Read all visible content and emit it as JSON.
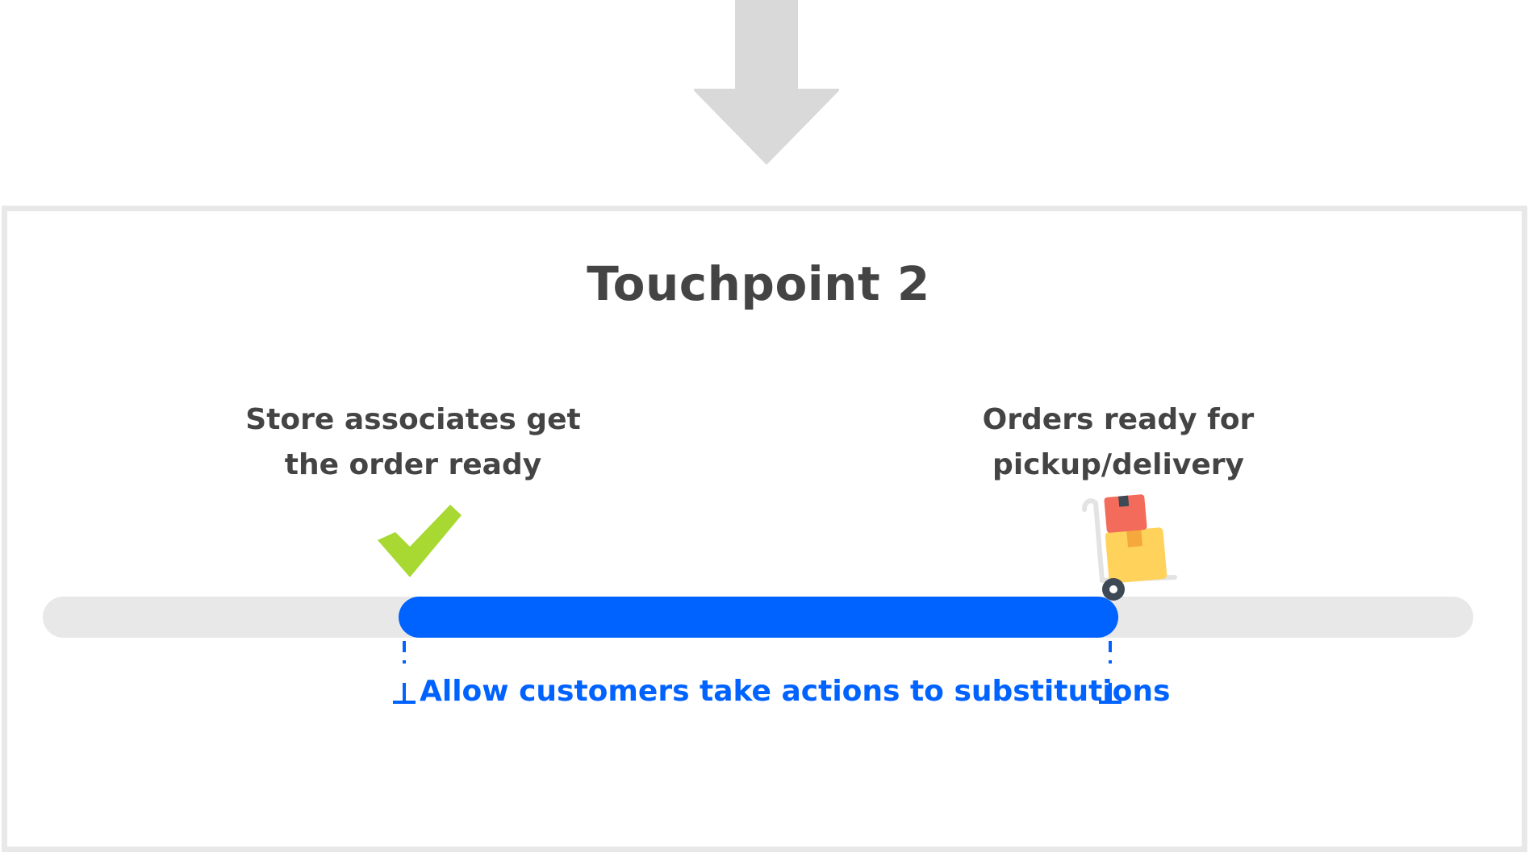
{
  "flow_arrow": {
    "icon": "down-arrow-icon"
  },
  "touchpoint": {
    "title": "Touchpoint 2",
    "start_label": [
      "Store associates get",
      "the order ready"
    ],
    "end_label": [
      "Orders ready for",
      "pickup/delivery"
    ],
    "span_label": "Allow customers take actions to substitutions",
    "start_icon": "checkmark-icon",
    "end_icon": "hand-truck-boxes-icon"
  },
  "colors": {
    "accent_blue": "#0062ff",
    "track_gray": "#e8e8e8",
    "check_green": "#a8d832",
    "text_dark": "#444444",
    "box_red": "#f26b5b",
    "box_yellow": "#ffd25c"
  }
}
